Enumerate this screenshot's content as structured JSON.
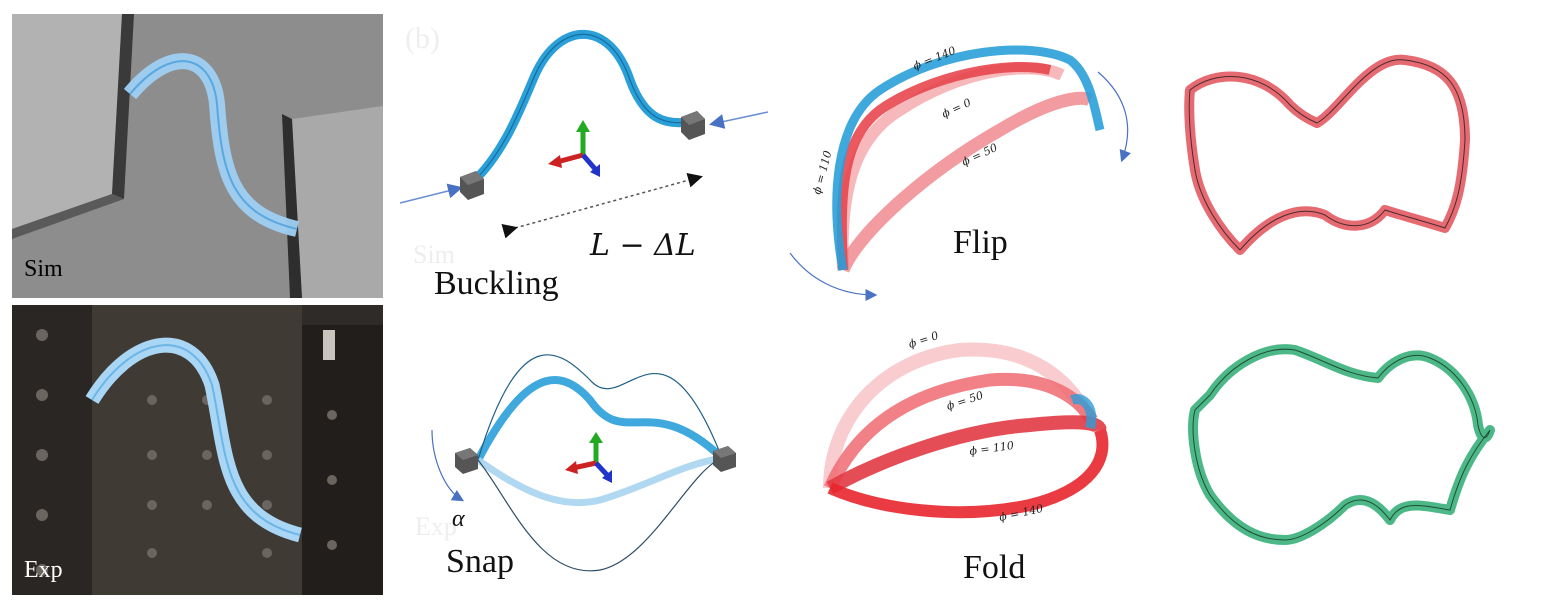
{
  "panel_a": {
    "sim_label": "Sim",
    "exp_label": "Exp"
  },
  "panel_b": {
    "panel_label": "(b)",
    "ghost_sim": "Sim",
    "ghost_exp": "Exp",
    "buckling_label": "Buckling",
    "length_label": "L − ΔL",
    "snap_label": "Snap",
    "alpha_label": "α",
    "flip_label": "Flip",
    "fold_label": "Fold"
  },
  "flip_angles": [
    "ϕ = 140",
    "ϕ = 0",
    "ϕ = 50",
    "ϕ = 110"
  ],
  "fold_angles": [
    "ϕ = 0",
    "ϕ = 50",
    "ϕ = 110",
    "ϕ = 140"
  ],
  "colors": {
    "ribbon_blue": "#2a9fd8",
    "ribbon_red": "#e8464f",
    "ribbon_pink": "#f4a6aa",
    "shape_red": "#e66a72",
    "shape_green": "#4cb887",
    "arrow_blue": "#4a72c4"
  }
}
